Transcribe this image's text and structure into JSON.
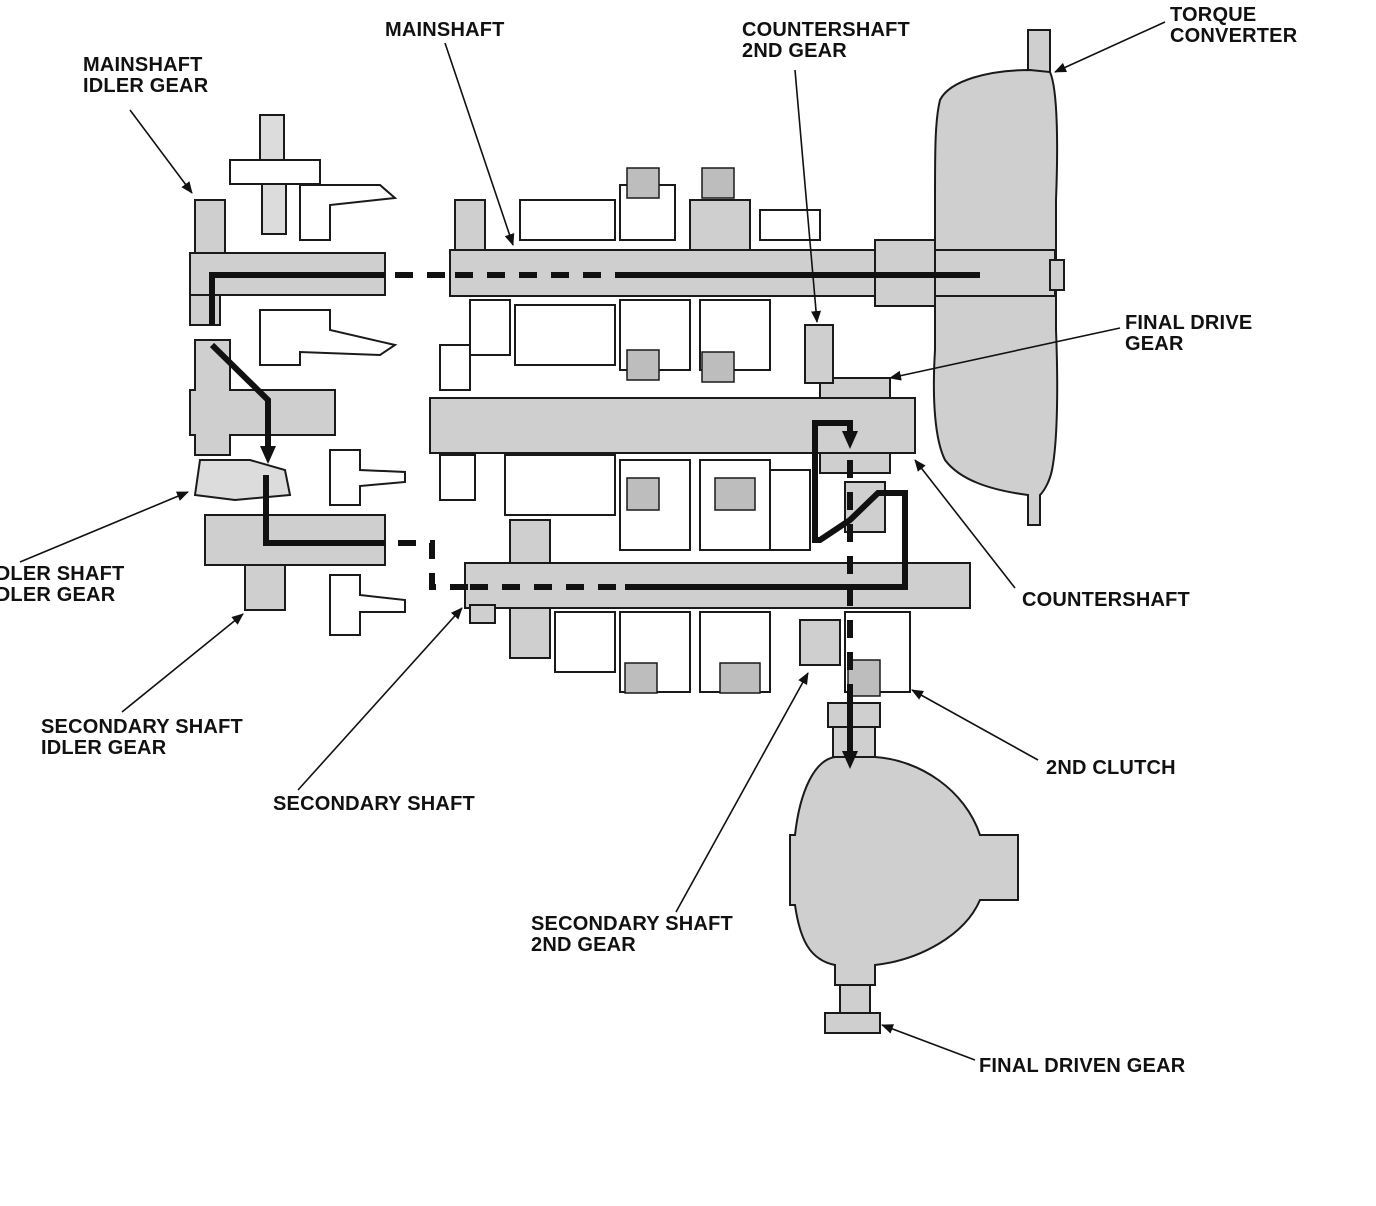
{
  "labels": {
    "mainshaft_idler_gear": [
      "MAINSHAFT",
      "IDLER GEAR"
    ],
    "mainshaft": "MAINSHAFT",
    "countershaft_2nd_gear": [
      "COUNTERSHAFT",
      "2ND GEAR"
    ],
    "torque_converter": [
      "TORQUE",
      "CONVERTER"
    ],
    "final_drive_gear": [
      "FINAL DRIVE",
      "GEAR"
    ],
    "idler_shaft_idler_gear": [
      "IDLER SHAFT",
      "IDLER GEAR"
    ],
    "countershaft": "COUNTERSHAFT",
    "secondary_shaft_idler_gear": [
      "SECONDARY SHAFT",
      "IDLER GEAR"
    ],
    "secondary_shaft": "SECONDARY SHAFT",
    "second_clutch": "2ND CLUTCH",
    "secondary_shaft_2nd_gear": [
      "SECONDARY SHAFT",
      "2ND GEAR"
    ],
    "final_driven_gear": "FINAL DRIVEN GEAR"
  },
  "colors": {
    "part_fill": "#cfcfcf",
    "line": "#111111",
    "background": "#ffffff"
  }
}
